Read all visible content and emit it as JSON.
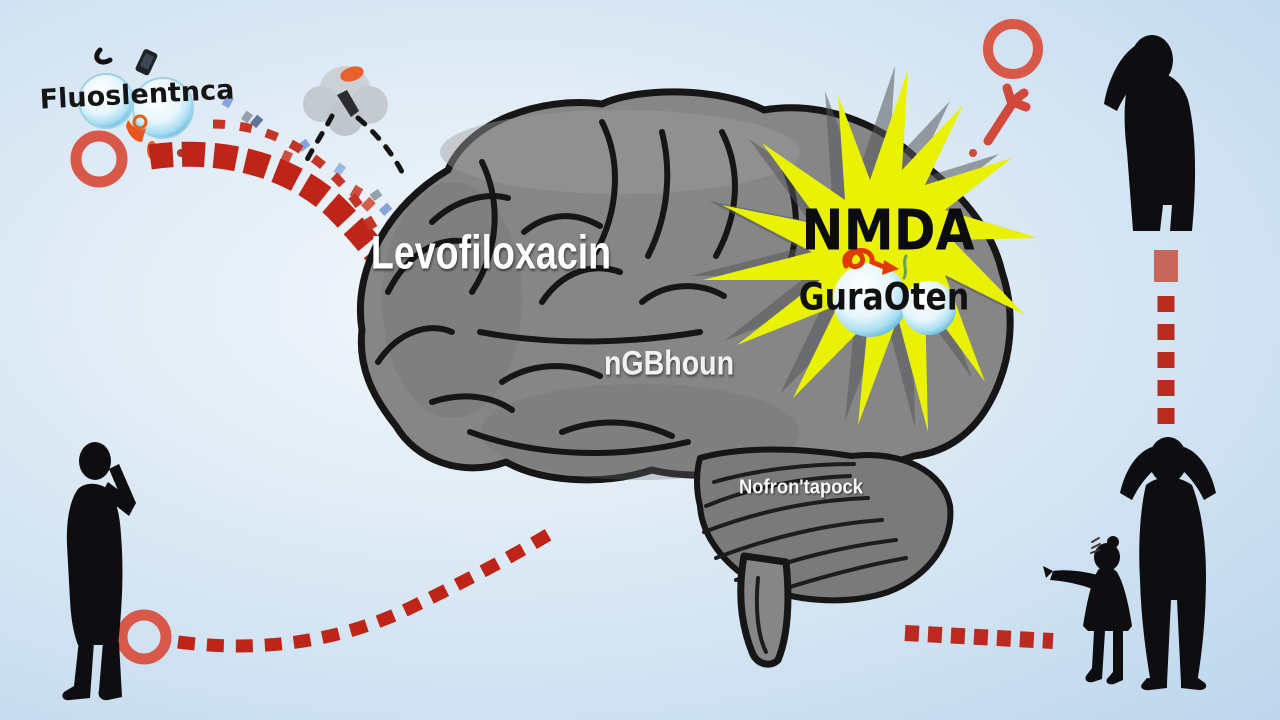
{
  "illustration": {
    "labels": {
      "capsule": "Fluoslentnca",
      "drug_on_brain": "Levofiloxacin",
      "brain_center": "nGBhoun",
      "burst_title": "NMDA",
      "burst_subtitle": "GuraOten",
      "cerebellum": "Nofron'tapock"
    },
    "colors": {
      "bg1": "#f3f7fb",
      "bg2": "#bdd6ec",
      "brain": "#868686",
      "brain-dark": "#7a7a7a",
      "outline": "#161616",
      "burst": "#e9f104",
      "burst-shadow": "#54575b",
      "red": "#bf2418",
      "red-soft": "#d8584a",
      "silhouette": "#0e0e10",
      "bubble-rim": "#56b7da",
      "scribble-orange": "#e03a00"
    },
    "icons": [
      {
        "name": "capsule-bubbles-icon",
        "depicts": "glossy drug capsule bubbles"
      },
      {
        "name": "receptor-blob-icon",
        "depicts": "gray receptor molecule cloud"
      },
      {
        "name": "warning-ring-icon",
        "depicts": "red circle marker"
      },
      {
        "name": "alert-fork-icon",
        "depicts": "red exclamation fork mark"
      },
      {
        "name": "brain-illustration",
        "depicts": "human brain lateral view"
      },
      {
        "name": "nmda-starburst",
        "depicts": "yellow impact burst"
      },
      {
        "name": "person-headache-silhouette",
        "depicts": "distressed person holding head"
      },
      {
        "name": "child-silhouette",
        "depicts": "child reaching out"
      }
    ]
  }
}
